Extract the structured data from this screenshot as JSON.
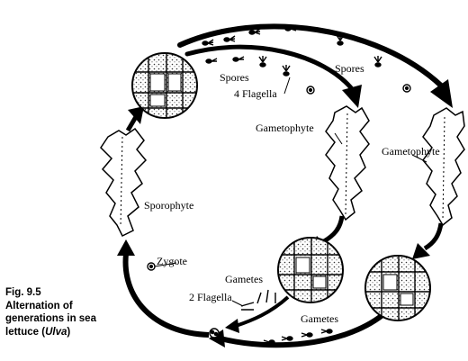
{
  "figure": {
    "number": "Fig. 9.5",
    "caption_prefix": "Alternation of generations in sea lettuce (",
    "caption_italic": "Ulva",
    "caption_suffix": ")"
  },
  "labels": {
    "spores_upper": "Spores",
    "spores_inner": "Spores",
    "four_flagella": "4 Flagella",
    "gametophyte_left": "Gametophyte",
    "gametophyte_right": "Gametophyte",
    "sporophyte": "Sporophyte",
    "zygote": "Zygote",
    "gametes_upper": "Gametes",
    "two_flagella": "2 Flagella",
    "gametes_lower": "Gametes"
  }
}
